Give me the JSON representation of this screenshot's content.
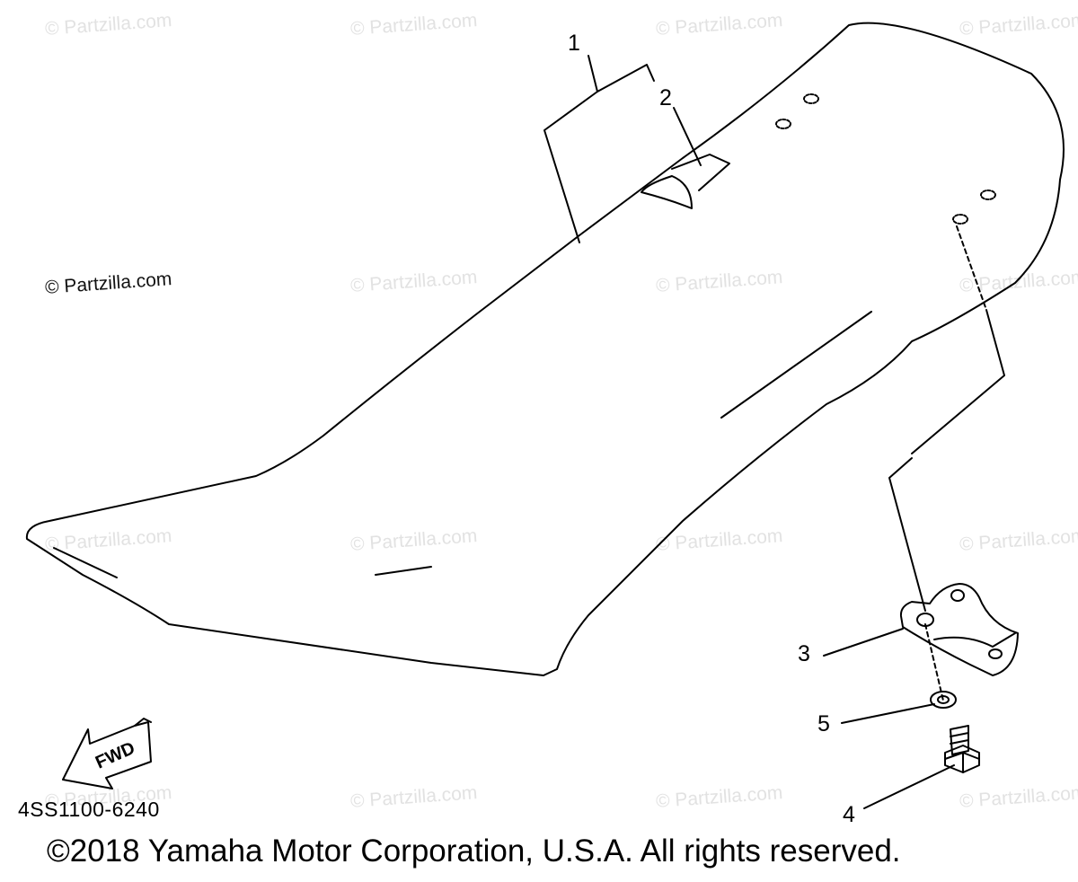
{
  "watermarks": [
    "© Partzilla.com",
    "© Partzilla.com",
    "© Partzilla.com",
    "© Partzilla.com",
    "© Partzilla.com",
    "© Partzilla.com",
    "© Partzilla.com",
    "© Partzilla.com",
    "© Partzilla.com",
    "© Partzilla.com",
    "© Partzilla.com",
    "© Partzilla.com",
    "© Partzilla.com",
    "© Partzilla.com",
    "© Partzilla.com"
  ],
  "watermark_main": "© Partzilla.com",
  "callouts": [
    "1",
    "2",
    "3",
    "5",
    "4"
  ],
  "fwd_label": "FWD",
  "diagram_code": "4SS1100-6240",
  "copyright": "©2018 Yamaha Motor Corporation, U.S.A. All rights reserved."
}
